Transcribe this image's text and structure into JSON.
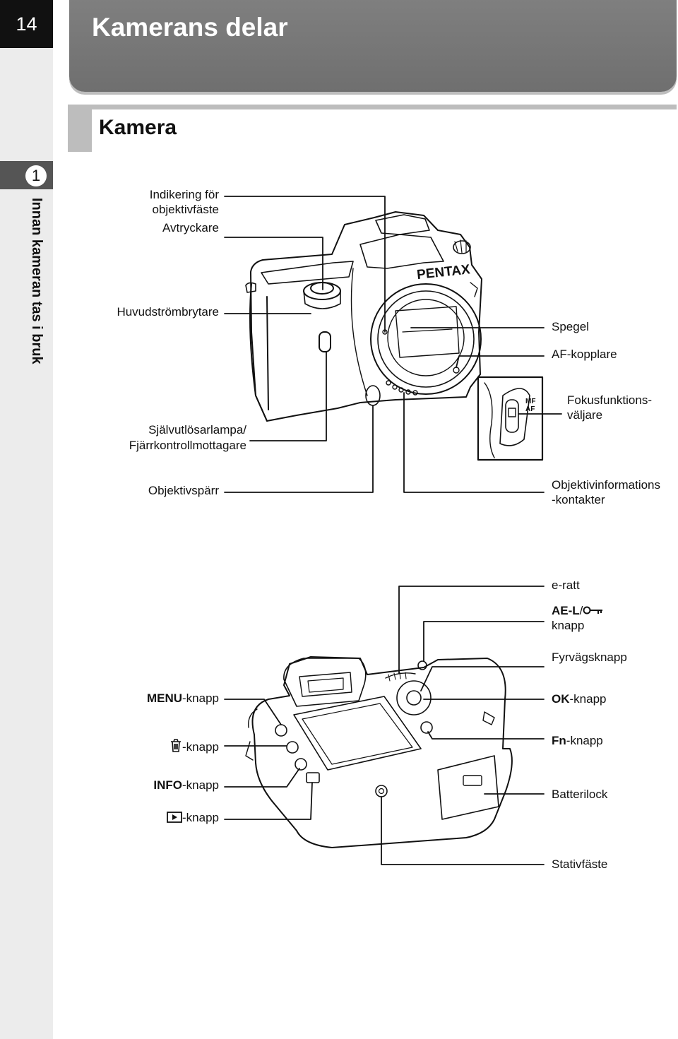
{
  "page": {
    "number": "14",
    "title": "Kamerans delar",
    "section_title": "Kamera",
    "chapter_number": "1",
    "chapter_title": "Innan kameran tas i bruk"
  },
  "front_view": {
    "brand_logo": "PENTAX",
    "mode_switch_marks": [
      "MF",
      "AF"
    ],
    "labels": {
      "mount_indicator_line1": "Indikering för",
      "mount_indicator_line2": "objektivfäste",
      "shutter_release": "Avtryckare",
      "main_switch": "Huvudströmbrytare",
      "self_timer_line1": "Självutlösarlampa/",
      "self_timer_line2": "Fjärrkontrollmottagare",
      "lens_lock": "Objektivspärr",
      "mirror": "Spegel",
      "af_coupler": "AF-kopplare",
      "focus_mode_line1": "Fokusfunktions-",
      "focus_mode_line2": "väljare",
      "lens_contacts_line1": "Objektivinformations",
      "lens_contacts_line2": "-kontakter"
    }
  },
  "back_view": {
    "labels": {
      "e_dial": "e-ratt",
      "ael_bold": "AE-L",
      "ael_slash": "/",
      "ael_suffix": "knapp",
      "four_way": "Fyrvägsknapp",
      "menu_bold": "MENU",
      "menu_suffix": "-knapp",
      "ok_bold": "OK",
      "ok_suffix": "-knapp",
      "delete_suffix": "-knapp",
      "fn_bold": "Fn",
      "fn_suffix": "-knapp",
      "info_bold": "INFO",
      "info_suffix": "-knapp",
      "playback_suffix": "-knapp",
      "battery_lock": "Batterilock",
      "tripod_socket": "Stativfäste"
    }
  }
}
